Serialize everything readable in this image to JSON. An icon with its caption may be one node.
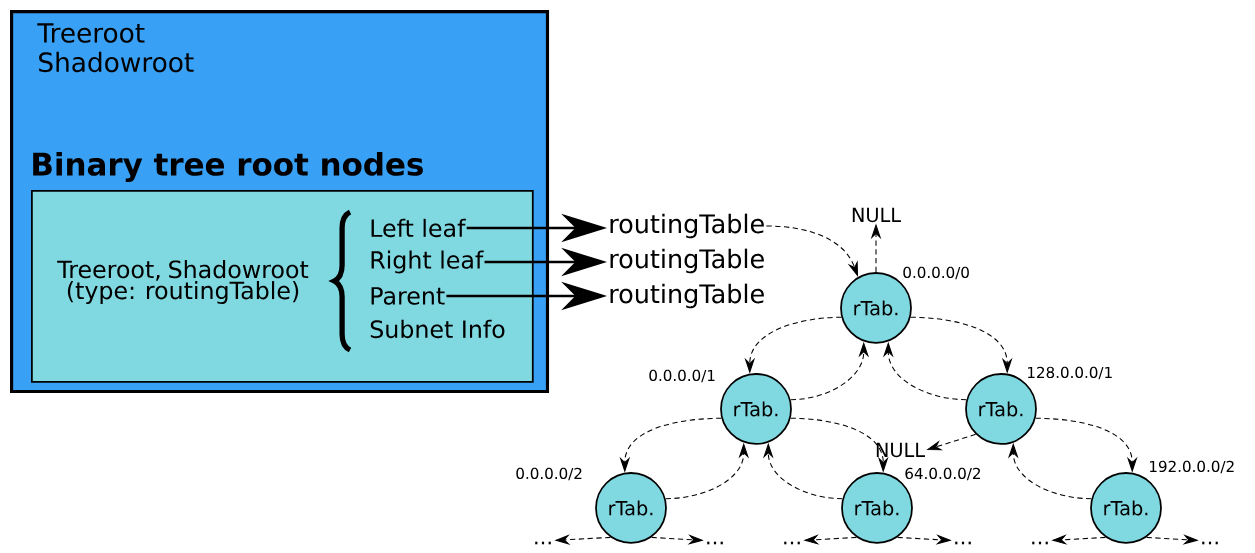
{
  "diagram": {
    "nodes": [
      {
        "text": [
          "Treeroot",
          "Shadowroot",
          "Binary tree root nodes"
        ]
      },
      {
        "text": [
          "Treeroot, Shadowroot (type: routingTable)"
        ],
        "in": 0
      },
      {
        "text": [
          "Left leaf"
        ],
        "in": 1
      },
      {
        "text": [
          "Right leaf"
        ],
        "in": 1
      },
      {
        "text": [
          "Parent"
        ],
        "in": 1
      },
      {
        "text": [
          "Subnet Info"
        ],
        "in": 1
      },
      {
        "text": [
          "routingTable"
        ]
      },
      {
        "text": [
          "routingTable"
        ]
      },
      {
        "text": [
          "routingTable"
        ]
      },
      {
        "text": [
          "NULL"
        ]
      },
      {
        "text": [
          "rTab."
        ],
        "beside": [
          "0.0.0.0/0"
        ]
      },
      {
        "text": [
          "rTab."
        ],
        "beside": [
          "0.0.0.0/1"
        ]
      },
      {
        "text": [
          "rTab."
        ],
        "beside": [
          "128.0.0.0/1"
        ]
      },
      {
        "text": [
          "NULL"
        ]
      },
      {
        "text": [
          "rTab."
        ],
        "beside": [
          "0.0.0.0/2"
        ]
      },
      {
        "text": [
          "rTab."
        ],
        "beside": [
          "64.0.0.0/2"
        ]
      },
      {
        "text": [
          "rTab."
        ],
        "beside": [
          "192.0.0.0/2"
        ]
      },
      {
        "text": [
          "..."
        ]
      },
      {
        "text": [
          "..."
        ]
      },
      {
        "text": [
          "..."
        ]
      },
      {
        "text": [
          "..."
        ]
      },
      {
        "text": [
          "..."
        ]
      },
      {
        "text": [
          "..."
        ]
      }
    ],
    "edges": [
      {
        "from": 2,
        "to": 6,
        "arrow": "to"
      },
      {
        "from": 3,
        "to": 7,
        "arrow": "to"
      },
      {
        "from": 4,
        "to": 8,
        "arrow": "to"
      },
      {
        "from": 6,
        "to": 10,
        "arrow": "to",
        "style": "dashed"
      },
      {
        "from": 10,
        "to": 9,
        "arrow": "to",
        "style": "dashed"
      },
      {
        "from": 10,
        "to": 11,
        "arrow": "to",
        "style": "dashed"
      },
      {
        "from": 11,
        "to": 10,
        "arrow": "to",
        "style": "dashed"
      },
      {
        "from": 10,
        "to": 12,
        "arrow": "to",
        "style": "dashed"
      },
      {
        "from": 12,
        "to": 10,
        "arrow": "to",
        "style": "dashed"
      },
      {
        "from": 11,
        "to": 14,
        "arrow": "to",
        "style": "dashed"
      },
      {
        "from": 14,
        "to": 11,
        "arrow": "to",
        "style": "dashed"
      },
      {
        "from": 11,
        "to": 15,
        "arrow": "to",
        "style": "dashed"
      },
      {
        "from": 15,
        "to": 11,
        "arrow": "to",
        "style": "dashed"
      },
      {
        "from": 12,
        "to": 13,
        "arrow": "to",
        "style": "dashed"
      },
      {
        "from": 12,
        "to": 16,
        "arrow": "to",
        "style": "dashed"
      },
      {
        "from": 16,
        "to": 12,
        "arrow": "to",
        "style": "dashed"
      },
      {
        "from": 14,
        "to": 17,
        "arrow": "to",
        "style": "dashed"
      },
      {
        "from": 14,
        "to": 18,
        "arrow": "to",
        "style": "dashed"
      },
      {
        "from": 15,
        "to": 19,
        "arrow": "to",
        "style": "dashed"
      },
      {
        "from": 15,
        "to": 20,
        "arrow": "to",
        "style": "dashed"
      },
      {
        "from": 16,
        "to": 21,
        "arrow": "to",
        "style": "dashed"
      },
      {
        "from": 16,
        "to": 22,
        "arrow": "to",
        "style": "dashed"
      }
    ]
  }
}
